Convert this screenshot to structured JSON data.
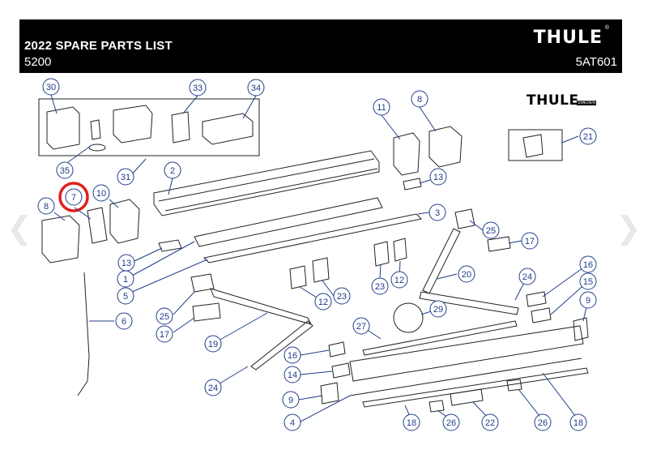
{
  "header": {
    "title": "2022 SPARE PARTS LIST",
    "model": "5200",
    "code": "5AT601",
    "logo": "THULE",
    "logo_reg": "®"
  },
  "secondary_logo": {
    "text": "THULE",
    "sub": "SWEDEN"
  },
  "navigation": {
    "prev_icon": "chevron-left-icon",
    "next_icon": "chevron-right-icon",
    "prev": "❮",
    "next": "❯"
  },
  "highlight_color": "#e0201b",
  "callout_color": "#1f3d8a",
  "highlighted_part": "7",
  "parts": [
    {
      "id": "30",
      "label": "30"
    },
    {
      "id": "33",
      "label": "33"
    },
    {
      "id": "34",
      "label": "34"
    },
    {
      "id": "35",
      "label": "35"
    },
    {
      "id": "31",
      "label": "31"
    },
    {
      "id": "11",
      "label": "11"
    },
    {
      "id": "8a",
      "label": "8"
    },
    {
      "id": "21",
      "label": "21"
    },
    {
      "id": "2",
      "label": "2"
    },
    {
      "id": "13a",
      "label": "13"
    },
    {
      "id": "7",
      "label": "7"
    },
    {
      "id": "10",
      "label": "10"
    },
    {
      "id": "8b",
      "label": "8"
    },
    {
      "id": "3",
      "label": "3"
    },
    {
      "id": "25a",
      "label": "25"
    },
    {
      "id": "17a",
      "label": "17"
    },
    {
      "id": "13b",
      "label": "13"
    },
    {
      "id": "1",
      "label": "1"
    },
    {
      "id": "5",
      "label": "5"
    },
    {
      "id": "23",
      "label": "23"
    },
    {
      "id": "12a",
      "label": "12"
    },
    {
      "id": "20",
      "label": "20"
    },
    {
      "id": "6",
      "label": "6"
    },
    {
      "id": "12b",
      "label": "12"
    },
    {
      "id": "23b",
      "label": "23"
    },
    {
      "id": "25b",
      "label": "25"
    },
    {
      "id": "17b",
      "label": "17"
    },
    {
      "id": "19",
      "label": "19"
    },
    {
      "id": "24a",
      "label": "24"
    },
    {
      "id": "16a",
      "label": "16"
    },
    {
      "id": "15",
      "label": "15"
    },
    {
      "id": "9a",
      "label": "9"
    },
    {
      "id": "27",
      "label": "27"
    },
    {
      "id": "29",
      "label": "29"
    },
    {
      "id": "16b",
      "label": "16"
    },
    {
      "id": "14",
      "label": "14"
    },
    {
      "id": "24b",
      "label": "24"
    },
    {
      "id": "9b",
      "label": "9"
    },
    {
      "id": "4",
      "label": "4"
    },
    {
      "id": "18a",
      "label": "18"
    },
    {
      "id": "26a",
      "label": "26"
    },
    {
      "id": "22",
      "label": "22"
    },
    {
      "id": "26b",
      "label": "26"
    },
    {
      "id": "18b",
      "label": "18"
    }
  ]
}
